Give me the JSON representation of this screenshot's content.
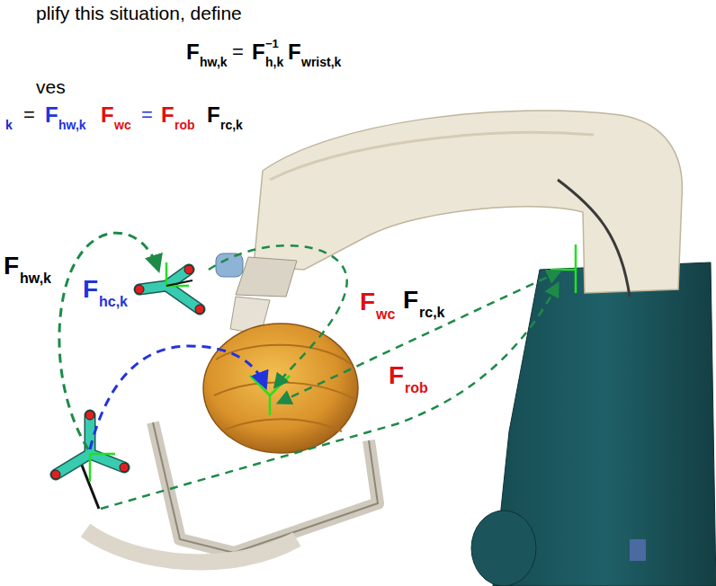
{
  "diagram": {
    "labels": [
      "plify this situation, define",
      "F",
      "hw,k",
      "=",
      "F",
      "−1",
      "h,k",
      "F",
      "wrist,k",
      "ves",
      "k",
      "=",
      "F",
      "hw,k",
      "F",
      "wc",
      "=",
      "F",
      "rob",
      "F",
      "rc,k",
      "F",
      "hw,k",
      "F",
      "hc,k",
      "F",
      "wc",
      "F",
      "rc,k",
      "F",
      "rob"
    ]
  }
}
